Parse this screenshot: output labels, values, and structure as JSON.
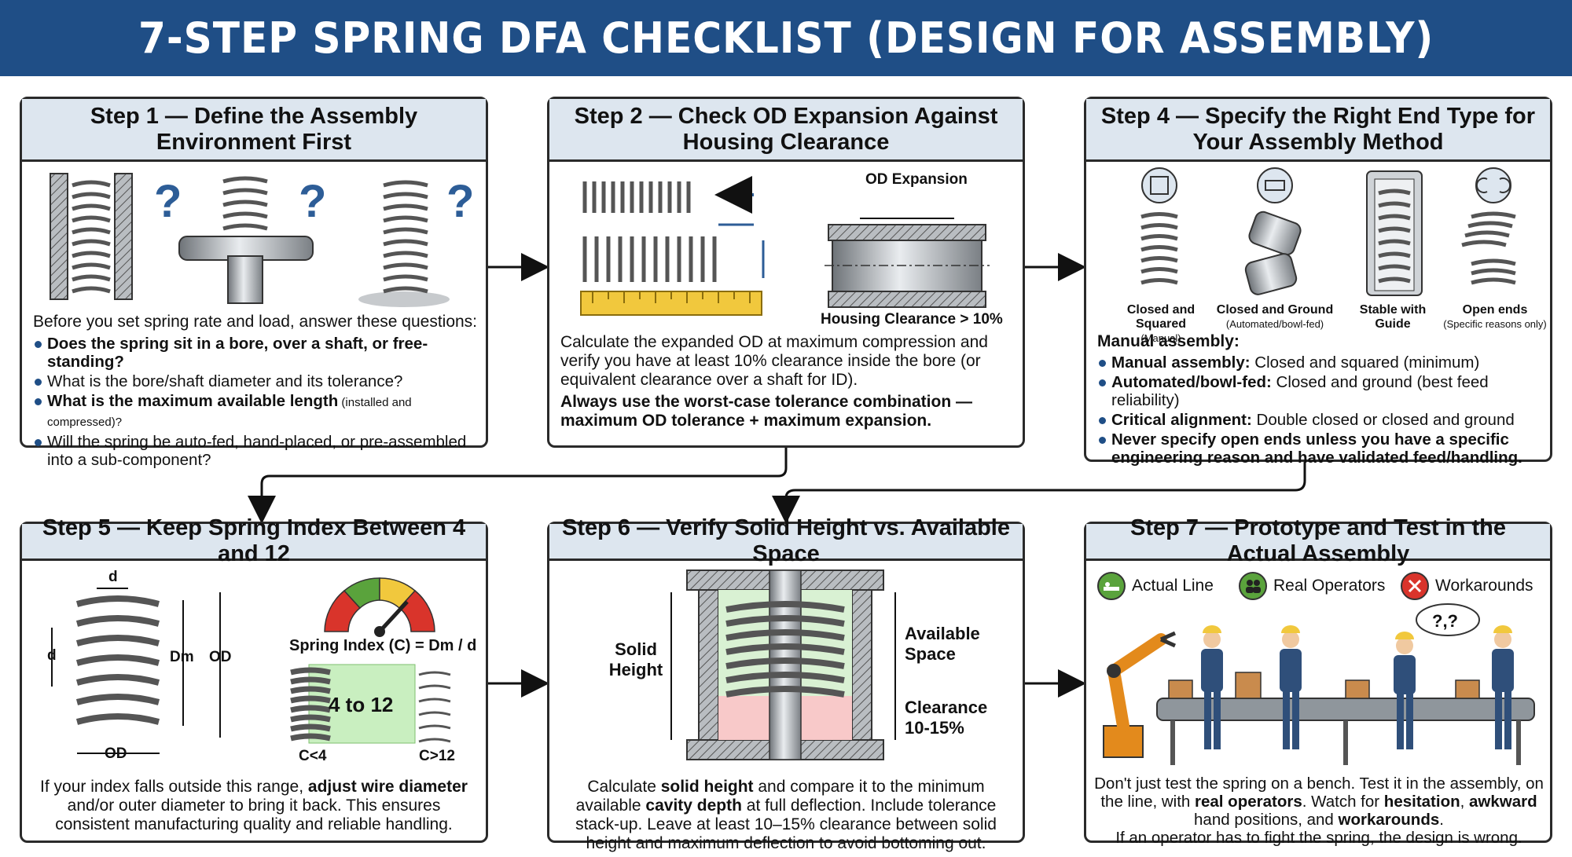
{
  "title": "7-STEP SPRING DFA CHECKLIST (DESIGN FOR ASSEMBLY)",
  "colors": {
    "header_bg": "#1f4e86",
    "panel_head_bg": "#dde6ef",
    "bullet": "#1f4e86"
  },
  "step1": {
    "heading": "Step 1 — Define the Assembly Environment First",
    "intro": "Before you set spring rate and load, answer these questions:",
    "bullets": [
      {
        "bold": "Does the spring sit in a bore, over a shaft, or free-standing?",
        "rest": ""
      },
      {
        "bold": "",
        "rest": "What is the bore/shaft diameter and its tolerance?"
      },
      {
        "bold": "What is the maximum available length",
        "rest": " (installed and compressed)?"
      },
      {
        "bold": "",
        "rest": "Will the spring be auto-fed, hand-placed, or pre-assembled into a sub-component?"
      }
    ]
  },
  "step2": {
    "heading": "Step 2 — Check OD Expansion Against Housing Clearance",
    "od_label": "OD Expansion",
    "housing_label": "Housing Clearance > 10%",
    "para": "Calculate the expanded OD at maximum compression and verify you have at least 10% clearance inside the bore (or equivalent clearance over a shaft for ID).",
    "para_bold": "Always use the worst-case tolerance combination — maximum OD tolerance + maximum expansion."
  },
  "step4": {
    "heading": "Step 4 — Specify the Right End Type for Your Assembly Method",
    "types": [
      {
        "name": "Closed and Squared",
        "note": "(Manual)"
      },
      {
        "name": "Closed and Ground",
        "note": "(Automated/bowl-fed)"
      },
      {
        "name": "Stable with Guide",
        "note": ""
      },
      {
        "name": "Open ends",
        "note": "(Specific reasons only)"
      }
    ],
    "subhead": "Manual assembly:",
    "bullets": [
      {
        "bold": "Manual assembly:",
        "rest": " Closed and squared (minimum)"
      },
      {
        "bold": "Automated/bowl-fed:",
        "rest": " Closed and ground (best feed reliability)"
      },
      {
        "bold": "Critical alignment:",
        "rest": " Double closed or closed and ground"
      },
      {
        "bold": "Never specify open ends unless you have a specific engineering reason and have validated feed/handling.",
        "rest": ""
      }
    ]
  },
  "step5": {
    "heading": "Step 5 — Keep Spring Index Between 4 and 12",
    "dim_d_top": "d",
    "dim_d_side": "d",
    "dim_dm": "Dm",
    "dim_od": "OD",
    "dim_od_bottom": "OD",
    "formula": "Spring Index (C) = Dm / d",
    "range": "4 to 12",
    "low": "C<4",
    "high": "C>12",
    "para_a": "If your index falls outside this range, ",
    "para_b": "adjust wire diameter",
    "para_c": " and/or outer diameter to bring it back. This ensures consistent manufacturing quality and reliable handling."
  },
  "step6": {
    "heading": "Step 6 — Verify Solid Height vs. Available Space",
    "solid_label": "Solid Height",
    "avail_label": "Available Space",
    "clear_label": "Clearance 10-15%",
    "p1": "Calculate ",
    "p2": "solid height",
    "p3": " and compare it to the minimum available ",
    "p4": "cavity depth",
    "p5": " at full deflection. Include tolerance stack-up. Leave at least 10–15% clearance between solid height and maximum deflection to avoid bottoming out."
  },
  "step7": {
    "heading": "Step 7 — Prototype and Test in the Actual Assembly",
    "legend": [
      "Actual Line",
      "Real Operators",
      "Workarounds"
    ],
    "p1": "Don't just test the spring on a bench. Test it in the assembly, on the line, with ",
    "p2": "real operators",
    "p3": ". Watch for ",
    "p4": "hesitation",
    "p5": ", ",
    "p6": "awkward",
    "p7": " hand positions, and ",
    "p8": "workarounds",
    "p9": ".",
    "p10": "If an operator has to fight the spring, the design is wrong."
  }
}
